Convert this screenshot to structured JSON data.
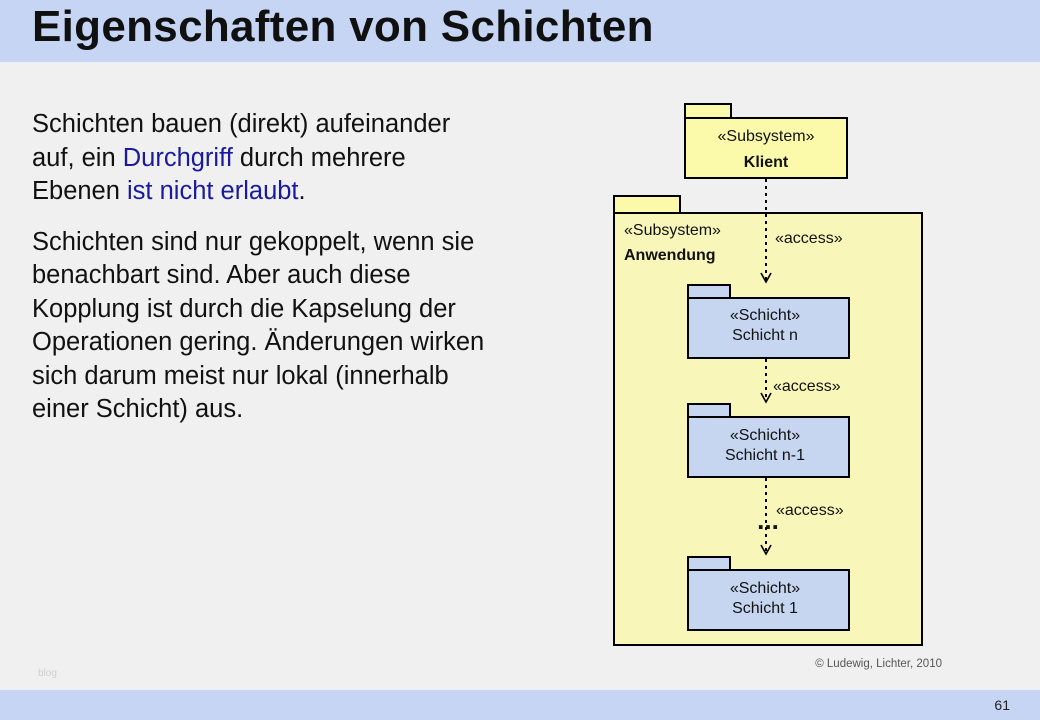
{
  "header": {
    "title": "Eigenschaften von Schichten"
  },
  "content": {
    "paragraph1": {
      "part1": "Schichten bauen (direkt) aufeinander auf, ein ",
      "highlight1": "Durchgriff",
      "part2": " durch mehrere Ebenen ",
      "highlight2": "ist nicht erlaubt",
      "part3": "."
    },
    "paragraph2": "Schichten sind nur gekoppelt, wenn sie benachbart sind. Aber auch diese Kopplung ist durch die Kapselung der Operationen gering. Änderungen wirken sich darum meist nur lokal (innerhalb einer Schicht) aus."
  },
  "diagram": {
    "client": {
      "stereotype": "«Subsystem»",
      "name": "Klient"
    },
    "application": {
      "stereotype": "«Subsystem»",
      "name": "Anwendung"
    },
    "access_label": "«access»",
    "layers": [
      {
        "stereotype": "«Schicht»",
        "name": "Schicht n"
      },
      {
        "stereotype": "«Schicht»",
        "name": "Schicht n-1"
      },
      {
        "stereotype": "«Schicht»",
        "name": "Schicht 1"
      }
    ],
    "ellipsis": "...",
    "copyright": "© Ludewig, Lichter, 2010"
  },
  "colors": {
    "header_band": "#c5d5f3",
    "highlight_text": "#1a1a9c",
    "package_fill": "#fafaaa",
    "layer_fill": "#c6d6f0"
  },
  "footer": {
    "page_number": "61",
    "watermark": "blog"
  }
}
